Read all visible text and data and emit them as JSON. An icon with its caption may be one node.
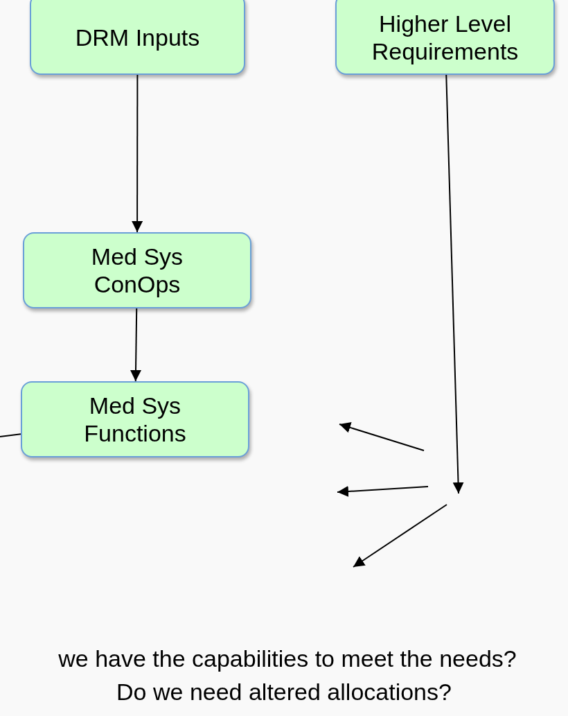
{
  "diagram": {
    "nodes": [
      {
        "text": [
          "DRM Inputs"
        ]
      },
      {
        "text": [
          "Higher Level Requirements"
        ]
      },
      {
        "text": [
          "Med Sys ConOps"
        ]
      },
      {
        "text": [
          "Med Sys Functions"
        ]
      }
    ],
    "edges": [
      {
        "from": 0,
        "to": 2,
        "arrow": "to"
      },
      {
        "from": 2,
        "to": 3,
        "arrow": "to"
      },
      {
        "from": 1,
        "to": null,
        "arrow": "to"
      },
      {
        "from": 3,
        "to": null,
        "arrow": "none"
      }
    ],
    "labels": [
      "we have the capabilities to meet the needs?",
      "Do we need altered allocations?"
    ]
  }
}
